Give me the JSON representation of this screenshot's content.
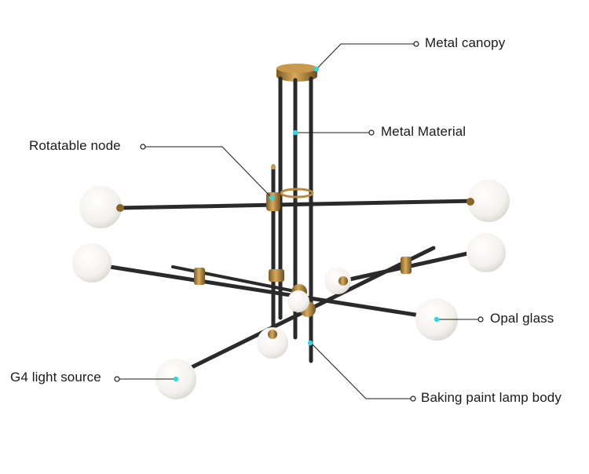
{
  "diagram": {
    "subject": "Modern sputnik chandelier with opal glass globes",
    "colors": {
      "background": "#ffffff",
      "rod": "#2a2a2a",
      "brass": "#b8893f",
      "brass_dark": "#7a5a25",
      "glass": "#f4f2ee",
      "marker": "#2fd8e0",
      "leader": "#1a1a1a"
    },
    "callouts": [
      {
        "id": "metal-canopy",
        "label": "Metal canopy"
      },
      {
        "id": "metal-material",
        "label": "Metal Material"
      },
      {
        "id": "rotatable-node",
        "label": "Rotatable node"
      },
      {
        "id": "opal-glass",
        "label": "Opal glass"
      },
      {
        "id": "g4-light-source",
        "label": "G4 light source"
      },
      {
        "id": "baking-paint-lamp-body",
        "label": "Baking paint lamp body"
      }
    ]
  }
}
